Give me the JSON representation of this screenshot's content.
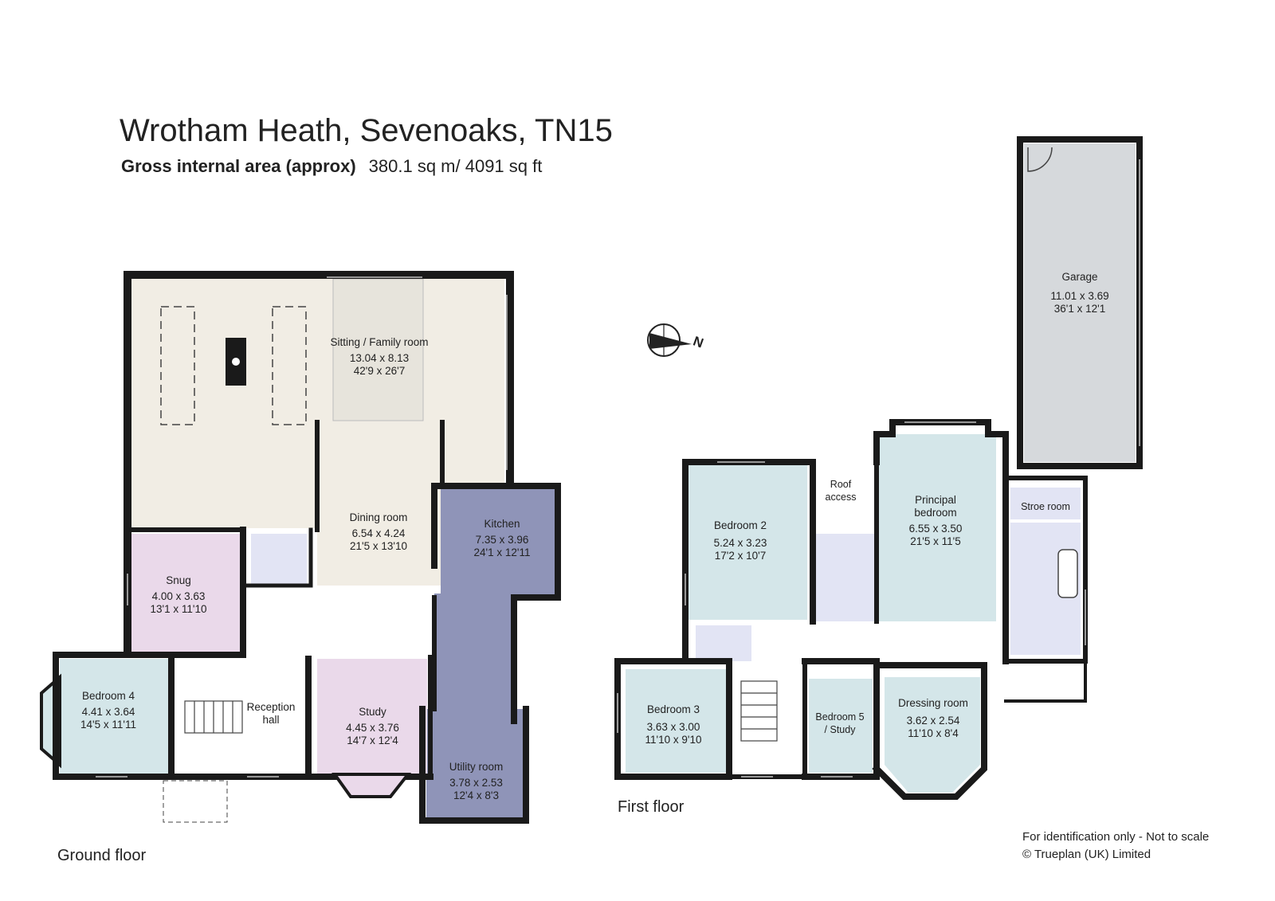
{
  "header": {
    "title": "Wrotham Heath, Sevenoaks, TN15",
    "gia_label": "Gross internal area (approx)",
    "gia_value": "380.1 sq m/ 4091 sq ft"
  },
  "floors": {
    "ground": "Ground floor",
    "first": "First floor"
  },
  "compass": {
    "north": "N"
  },
  "rooms": {
    "sitting": {
      "name": "Sitting / Family room",
      "metric": "13.04  x  8.13",
      "imperial": "42'9  x  26'7"
    },
    "dining": {
      "name": "Dining room",
      "metric": "6.54  x  4.24",
      "imperial": "21'5  x  13'10"
    },
    "kitchen": {
      "name": "Kitchen",
      "metric": "7.35  x  3.96",
      "imperial": "24'1  x  12'11"
    },
    "snug": {
      "name": "Snug",
      "metric": "4.00  x  3.63",
      "imperial": "13'1  x  11'10"
    },
    "bedroom4": {
      "name": "Bedroom 4",
      "metric": "4.41  x  3.64",
      "imperial": "14'5  x  11'11"
    },
    "reception": {
      "name1": "Reception",
      "name2": "hall"
    },
    "study": {
      "name": "Study",
      "metric": "4.45  x  3.76",
      "imperial": "14'7  x  12'4"
    },
    "utility": {
      "name": "Utility room",
      "metric": "3.78  x  2.53",
      "imperial": "12'4  x  8'3"
    },
    "garage": {
      "name": "Garage",
      "metric": "11.01  x  3.69",
      "imperial": "36'1  x  12'1"
    },
    "bedroom2": {
      "name": "Bedroom 2",
      "metric": "5.24  x  3.23",
      "imperial": "17'2  x  10'7"
    },
    "roof": {
      "name1": "Roof",
      "name2": "access"
    },
    "principal": {
      "name1": "Principal",
      "name2": "bedroom",
      "metric": "6.55  x  3.50",
      "imperial": "21'5  x  11'5"
    },
    "store": {
      "name": "Stroe room"
    },
    "bedroom3": {
      "name": "Bedroom 3",
      "metric": "3.63  x  3.00",
      "imperial": "11'10  x  9'10"
    },
    "bedroom5": {
      "name1": "Bedroom 5",
      "name2": "/ Study"
    },
    "dressing": {
      "name": "Dressing room",
      "metric": "3.62  x  2.54",
      "imperial": "11'10  x  8'4"
    }
  },
  "footer": {
    "note": "For identification only - Not to scale",
    "copyright": "©  Trueplan (UK) Limited"
  },
  "colors": {
    "wall": "#1a1a1a",
    "living": "#f1ede4",
    "snug": "#ead9ea",
    "bedroom": "#d4e6e9",
    "service": "#8f94b8",
    "bath": "#e2e4f4",
    "garage": "#d6d9dc",
    "circulation": "#ffffff"
  }
}
